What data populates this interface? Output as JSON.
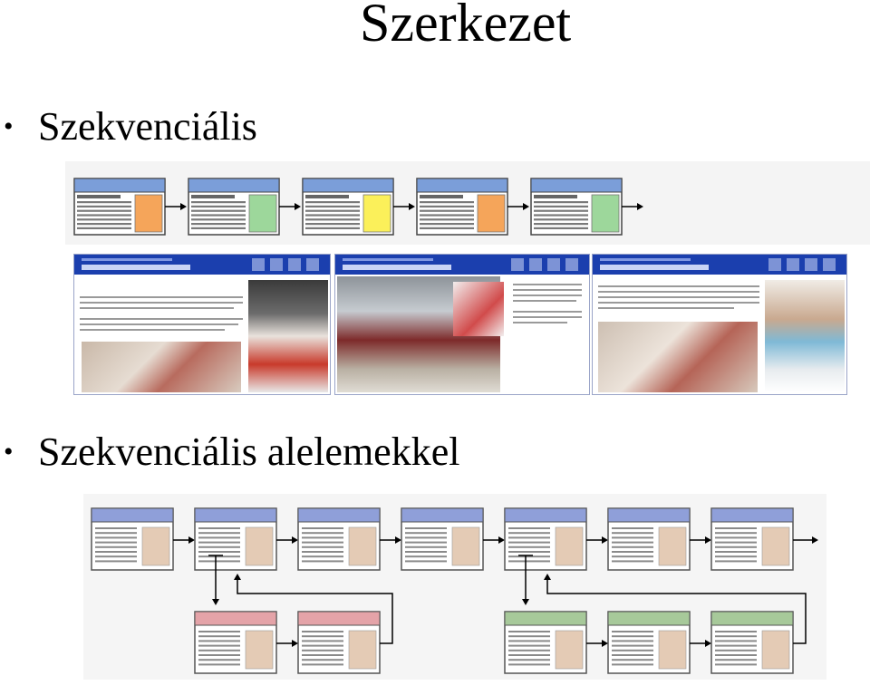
{
  "title": "Szerkezet",
  "bullets": [
    {
      "symbol": "•",
      "text": "Szekvenciális"
    },
    {
      "symbol": "•",
      "text": "Szekvenciális alelemekkel"
    }
  ],
  "colors": {
    "header_blue": "#7b9ed9",
    "orange": "#f5a55a",
    "green": "#9dd79b",
    "yellow": "#fbf05a",
    "sub_header": "#8f9fd9",
    "sub_tan": "#e4cbb5",
    "pink_header": "#e4a3a8",
    "green_header": "#a7c99a"
  }
}
